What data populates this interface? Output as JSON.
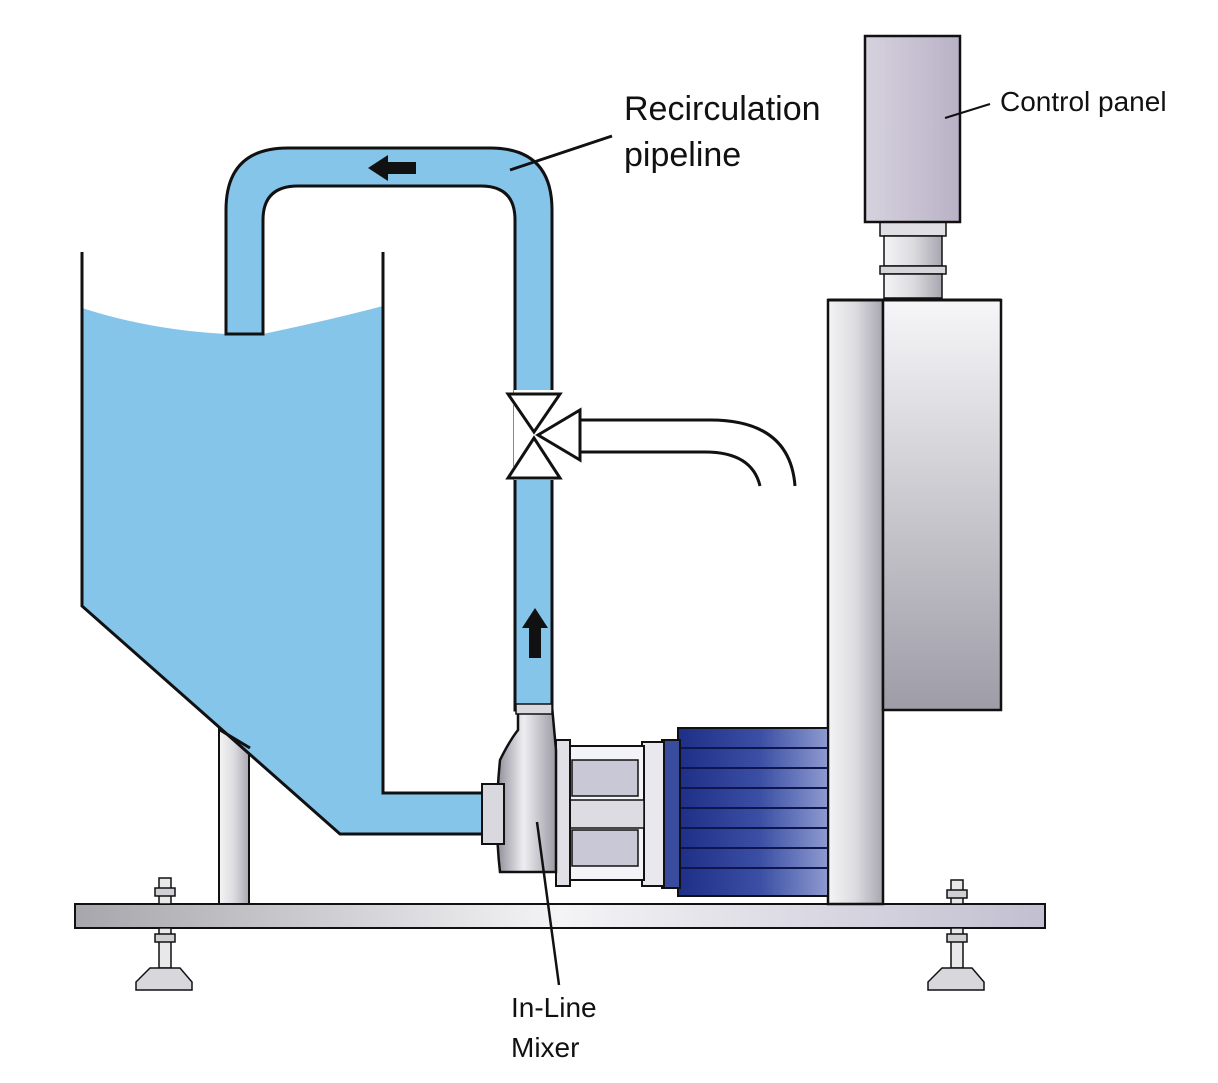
{
  "labels": {
    "recirculation_pipeline": [
      "Recirculation",
      "pipeline"
    ],
    "control_panel": "Control panel",
    "in_line_mixer": [
      "In-Line",
      "Mixer"
    ]
  },
  "colors": {
    "liquid": "#86c5ea",
    "outline": "#111111",
    "steel_light": "#f2f2f4",
    "steel_dark": "#9a9aa2",
    "motor_blue": "#2c3f94",
    "panel_lilac": "#c9c3d3"
  },
  "icons": [
    "flow-arrow-left-icon",
    "flow-arrow-up-icon",
    "valve-icon"
  ]
}
